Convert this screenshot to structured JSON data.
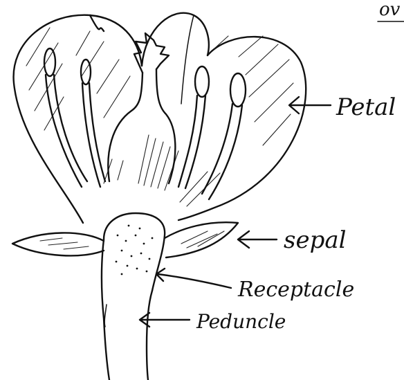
{
  "corner_fragment": "ov",
  "labels": {
    "petal": "Petal",
    "sepal": "sepal",
    "receptacle": "Receptacle",
    "peduncle": "Peduncle"
  },
  "colors": {
    "ink": "#111111",
    "paper": "#ffffff"
  }
}
